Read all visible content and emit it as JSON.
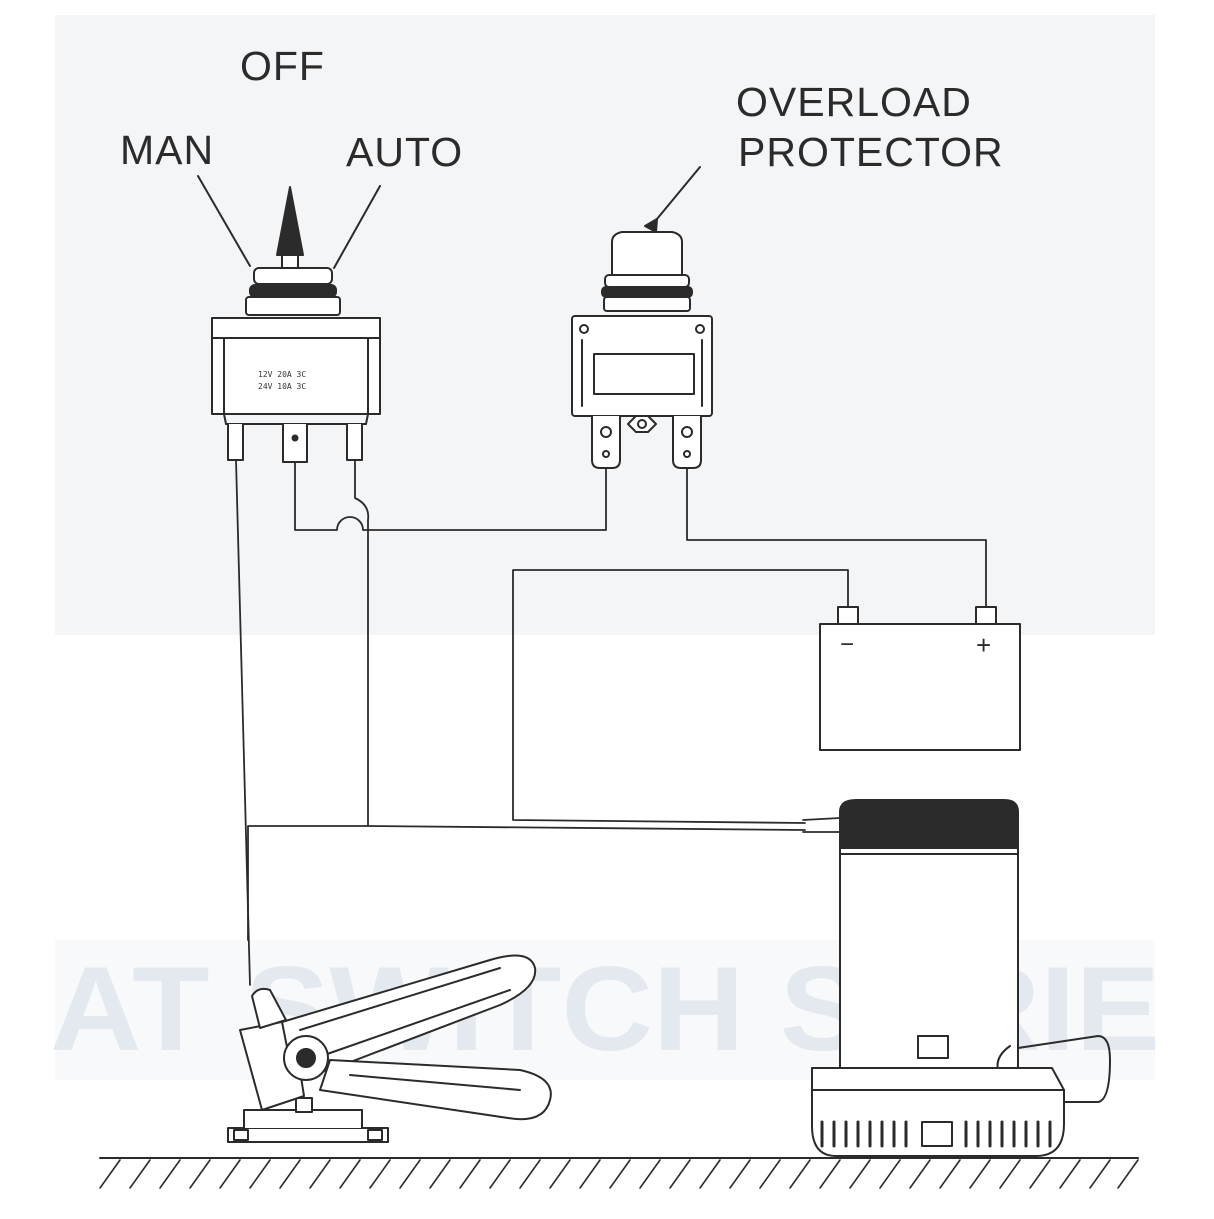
{
  "switch_labels": {
    "off": "OFF",
    "man": "MAN",
    "auto": "AUTO"
  },
  "protector_label": {
    "line1": "OVERLOAD",
    "line2": "PROTECTOR"
  },
  "switch_rating": {
    "row1": "12V 20A 3C",
    "row2": "24V 10A 3C"
  },
  "battery": {
    "negative": "−",
    "positive": "+"
  },
  "watermark": "AT SWITCH SERIE",
  "colors": {
    "line": "#2b2b2b",
    "background": "#ffffff",
    "panel": "#f3f5f7",
    "watermark": "#e3e9ee"
  },
  "icons": [
    "toggle-switch-icon",
    "circuit-breaker-icon",
    "battery-icon",
    "float-switch-icon",
    "bilge-pump-icon",
    "ground-hatch-icon"
  ]
}
